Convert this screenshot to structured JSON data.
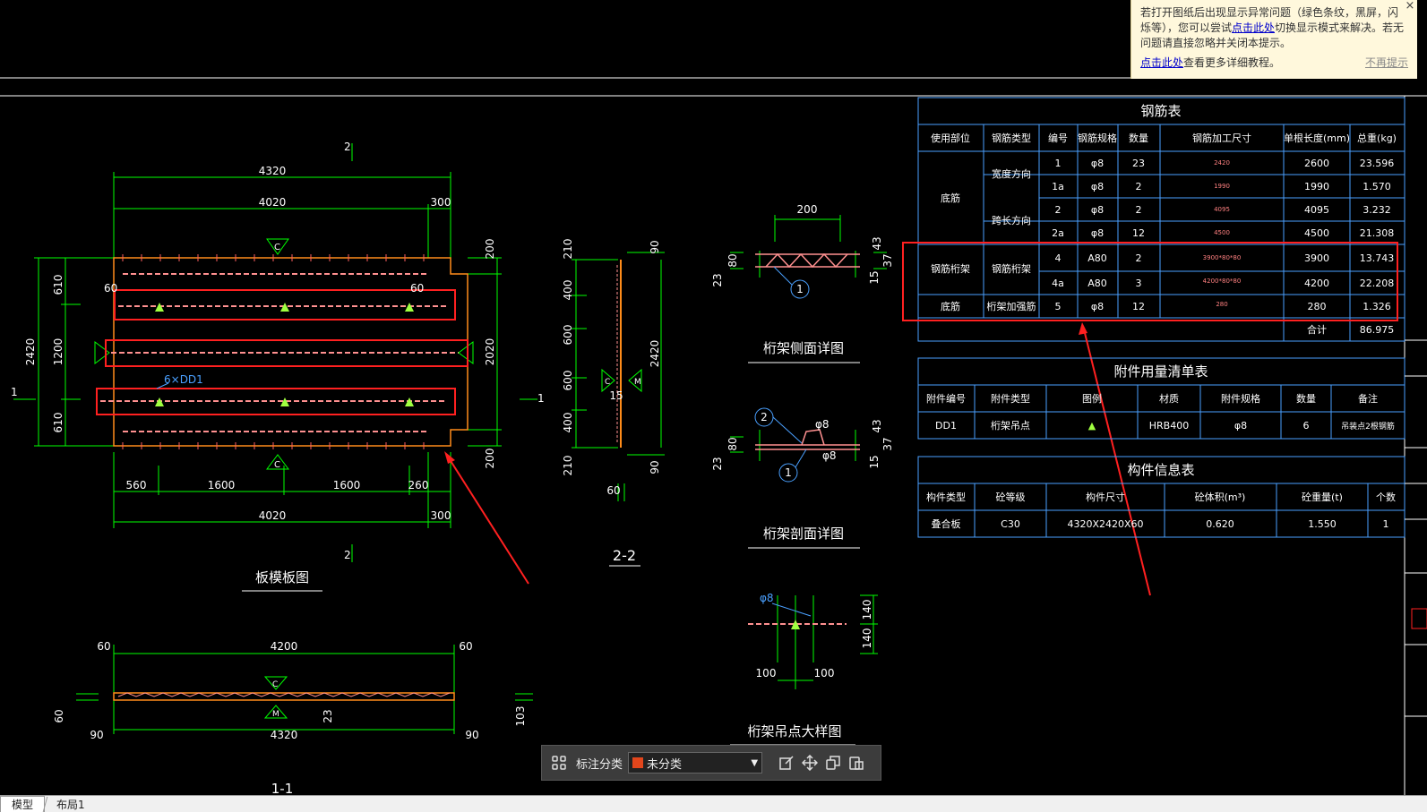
{
  "colors": {
    "background": "#000000",
    "dim": "#00ff00",
    "text": "#ffffff",
    "highlight": "#ff2020",
    "rebar": "#ff8080",
    "accent": "#e2461c"
  },
  "notice": {
    "text1": "若打开图纸后出现显示异常问题（绿色条纹，黑屏，闪烁等），您可以尝试",
    "link1": "点击此处",
    "text2": "切换显示模式来解决。若无问题请直接忽略并关闭本提示。",
    "link2": "点击此处",
    "text3": "查看更多详细教程。",
    "dismiss": "不再提示",
    "close_icon": "×"
  },
  "drawing": {
    "plan": {
      "title": "板模板图",
      "dims": {
        "total": "4320",
        "main": "4020",
        "end": "300",
        "bot_total": "4020",
        "bot_end": "300",
        "seg1": "560",
        "seg2": "1600",
        "seg3": "1600",
        "seg4": "260",
        "left_total": "2420",
        "l610a": "610",
        "l1200": "1200",
        "l610b": "610",
        "right_total": "2020",
        "r200a": "200",
        "r200b": "200",
        "offset60a": "60",
        "offset60b": "60"
      },
      "annot": "6×DD1",
      "marks": {
        "sec2top": "2",
        "sec2bot": "2",
        "sec1left": "1",
        "c": "C"
      }
    },
    "section22": {
      "title": "2-2",
      "dims": [
        "210",
        "400",
        "600",
        "600",
        "400",
        "210"
      ],
      "total": "2420",
      "top": "90",
      "bottom": "90",
      "width": "60",
      "mid": "15",
      "markC": "C",
      "markM": "M",
      "sec1": "1"
    },
    "truss_side": {
      "title": "桁架侧面详图",
      "w": "200",
      "h80": "80",
      "h23": "23",
      "h43": "43",
      "h37": "37",
      "h15": "15",
      "callout": "1"
    },
    "truss_section": {
      "title": "桁架剖面详图",
      "callout1": "2",
      "callout2": "1",
      "phi1": "φ8",
      "phi2": "φ8",
      "h80": "80",
      "h23": "23",
      "h43": "43",
      "h37": "37",
      "h15": "15"
    },
    "lift_point": {
      "title": "桁架吊点大样图",
      "phi": "φ8",
      "a": "100",
      "b": "100",
      "h1": "140",
      "h2": "140"
    },
    "section11": {
      "title": "1-1",
      "total": "4200",
      "bottom": "4320",
      "l60": "60",
      "r60": "60",
      "l90": "90",
      "r90": "90",
      "h60": "60",
      "h23": "23",
      "h103": "103",
      "markC": "C",
      "markM": "M"
    }
  },
  "rebar_table": {
    "title": "钢筋表",
    "headers": [
      "使用部位",
      "钢筋类型",
      "编号",
      "钢筋规格",
      "数量",
      "钢筋加工尺寸",
      "单根长度(mm)",
      "总重(kg)"
    ],
    "rows": [
      {
        "part": "底筋",
        "type": "宽度方向",
        "no": "1",
        "spec": "φ8",
        "qty": "23",
        "shape": "2420",
        "len": "2600",
        "w": "23.596"
      },
      {
        "part": "",
        "type": "",
        "no": "1a",
        "spec": "φ8",
        "qty": "2",
        "shape": "1990",
        "len": "1990",
        "w": "1.570"
      },
      {
        "part": "",
        "type": "跨长方向",
        "no": "2",
        "spec": "φ8",
        "qty": "2",
        "shape": "4095",
        "len": "4095",
        "w": "3.232"
      },
      {
        "part": "",
        "type": "",
        "no": "2a",
        "spec": "φ8",
        "qty": "12",
        "shape": "4500",
        "len": "4500",
        "w": "21.308"
      },
      {
        "part": "钢筋桁架",
        "type": "钢筋桁架",
        "no": "4",
        "spec": "A80",
        "qty": "2",
        "shape": "3900*80*80",
        "len": "3900",
        "w": "13.743"
      },
      {
        "part": "",
        "type": "",
        "no": "4a",
        "spec": "A80",
        "qty": "3",
        "shape": "4200*80*80",
        "len": "4200",
        "w": "22.208"
      },
      {
        "part": "底筋",
        "type": "桁架加强筋",
        "no": "5",
        "spec": "φ8",
        "qty": "12",
        "shape": "280",
        "len": "280",
        "w": "1.326"
      }
    ],
    "total_label": "合计",
    "total_value": "86.975"
  },
  "accessory_table": {
    "title": "附件用量清单表",
    "headers": [
      "附件编号",
      "附件类型",
      "图例",
      "材质",
      "附件规格",
      "数量",
      "备注"
    ],
    "row": [
      "DD1",
      "桁架吊点",
      "▲",
      "HRB400",
      "φ8",
      "6",
      "吊装点2根钢筋"
    ]
  },
  "component_table": {
    "title": "构件信息表",
    "headers": [
      "构件类型",
      "砼等级",
      "构件尺寸",
      "砼体积(m³)",
      "砼重量(t)",
      "个数"
    ],
    "row": [
      "叠合板",
      "C30",
      "4320X2420X60",
      "0.620",
      "1.550",
      "1"
    ]
  },
  "toolbar": {
    "label": "标注分类",
    "value": "未分类",
    "icons": [
      "grid-icon",
      "edit-icon",
      "move-icon",
      "copy-icon",
      "paste-icon"
    ]
  },
  "tabs": [
    {
      "label": "模型",
      "active": true
    },
    {
      "label": "布局1",
      "active": false
    }
  ]
}
